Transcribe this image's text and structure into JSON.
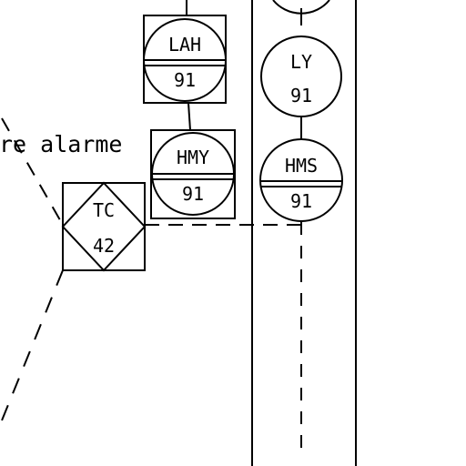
{
  "annotation": {
    "text": "re alarme"
  },
  "instruments": {
    "lah": {
      "function": "LAH",
      "loop": "91"
    },
    "hmy": {
      "function": "HMY",
      "loop": "91"
    },
    "ly": {
      "function": "LY",
      "loop": "91"
    },
    "hms": {
      "function": "HMS",
      "loop": "91"
    },
    "tc": {
      "function": "TC",
      "loop": "42"
    }
  }
}
